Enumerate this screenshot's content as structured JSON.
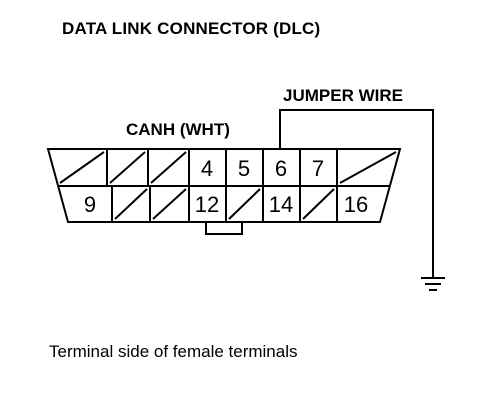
{
  "title": "DATA LINK CONNECTOR (DLC)",
  "jumper_label": "JUMPER WIRE",
  "canh_label": "CANH (WHT)",
  "caption": "Terminal side of female terminals",
  "pins": {
    "p4": "4",
    "p5": "5",
    "p6": "6",
    "p7": "7",
    "p9": "9",
    "p12": "12",
    "p14": "14",
    "p16": "16"
  }
}
